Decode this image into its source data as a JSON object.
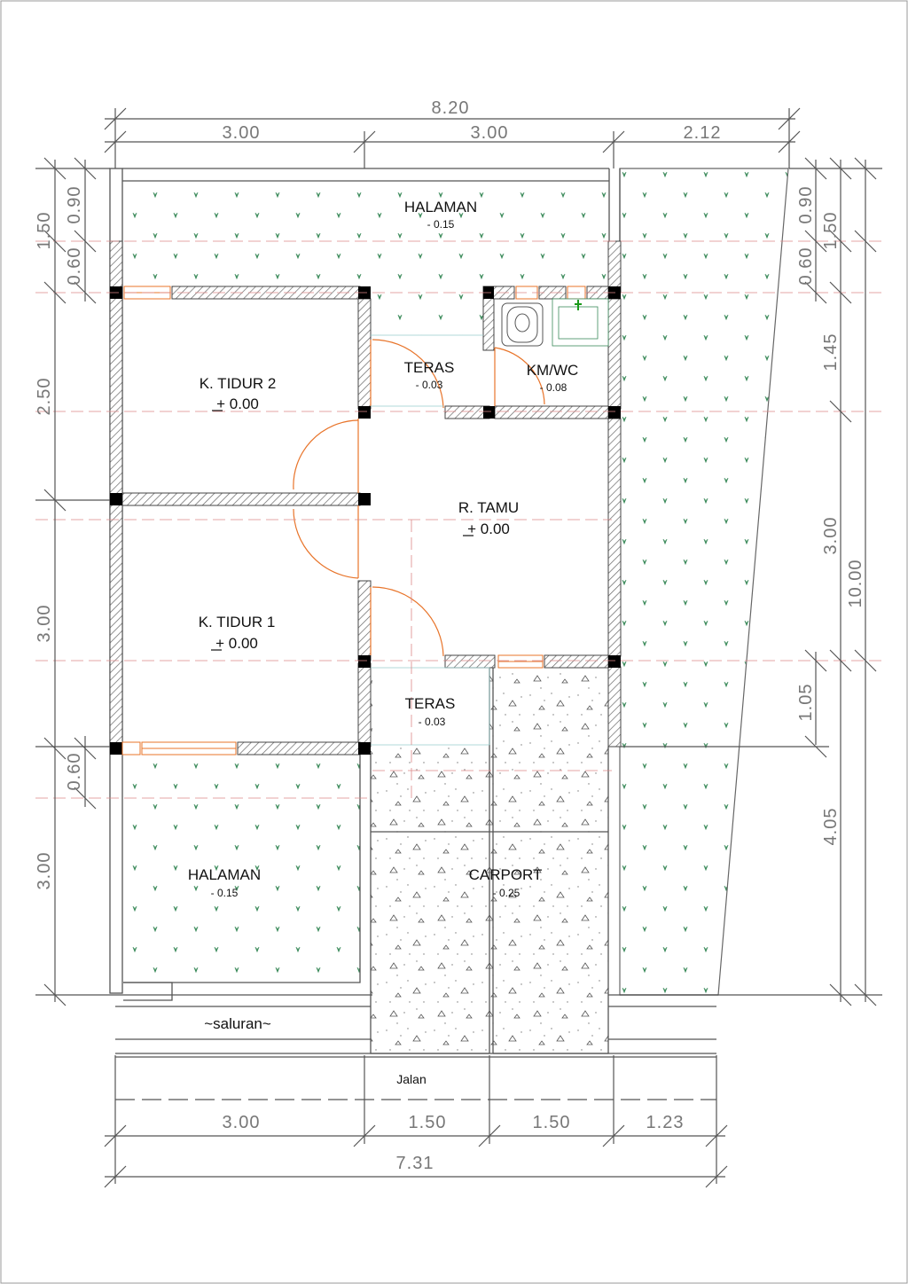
{
  "dimensions": {
    "top_total": "8.20",
    "top_segments": [
      "3.00",
      "3.00",
      "2.12"
    ],
    "bottom_segments": [
      "3.00",
      "1.50",
      "1.50",
      "1.23"
    ],
    "bottom_total": "7.31",
    "left_outer": [
      "1.50",
      "2.50",
      "3.00",
      "3.00"
    ],
    "left_inner": [
      "0.90",
      "0.60",
      "0.60"
    ],
    "right_inner": [
      "0.90",
      "0.60",
      "1.45",
      "3.00",
      "1.05",
      "4.05"
    ],
    "right_outer": [
      "1.50",
      "10.00"
    ]
  },
  "rooms": {
    "halaman_top": {
      "name": "HALAMAN",
      "level": "- 0.15"
    },
    "teras_top": {
      "name": "TERAS",
      "level": "- 0.03"
    },
    "kmwc": {
      "name": "KM/WC",
      "level": "- 0.08"
    },
    "kt2": {
      "name": "K. TIDUR 2",
      "level": "+ 0.00"
    },
    "ruang_tamu": {
      "name": "R. TAMU",
      "level": "+ 0.00"
    },
    "kt1": {
      "name": "K. TIDUR 1",
      "level": "+ 0.00"
    },
    "teras_bottom": {
      "name": "TERAS",
      "level": "- 0.03"
    },
    "carport": {
      "name": "CARPORT",
      "level": "- 0.25"
    },
    "halaman_bottom": {
      "name": "HALAMAN",
      "level": "- 0.15"
    }
  },
  "labels": {
    "saluran": "~saluran~",
    "jalan": "Jalan"
  },
  "colors": {
    "wall_hatch": "#777777",
    "door_window": "#e8742a",
    "grass": "#3a8a5a",
    "dimension": "#777777",
    "column": "#000000"
  }
}
